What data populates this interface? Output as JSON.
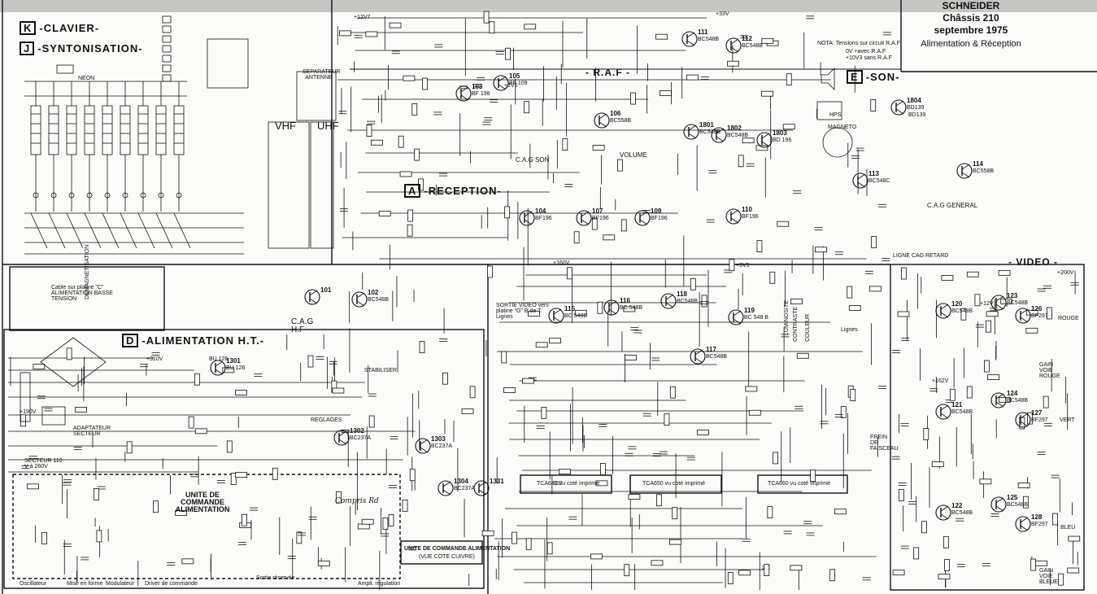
{
  "header": {
    "brand": "SCHNEIDER",
    "chassis": "Châssis 210",
    "date": "septembre 1975",
    "subtitle": "Alimentation & Réception"
  },
  "sections": {
    "clavier": {
      "letter": "K",
      "label": "-CLAVIER-"
    },
    "syntonisation": {
      "letter": "J",
      "label": "-SYNTONISATION-"
    },
    "alimentation": {
      "letter": "D",
      "label": "-ALIMENTATION H.T.-"
    },
    "reception": {
      "letter": "A",
      "label": "-RECEPTION-"
    },
    "son": {
      "letter": "E",
      "label": "-SON-"
    },
    "raf": {
      "label": "- R.A.F -"
    },
    "video": {
      "label": "- VIDEO -"
    }
  },
  "labels": {
    "unite_commande": "UNITE DE COMMANDE ALIMENTATION",
    "unite_footer": "UNITE DE COMMANDE ALIMENTATION",
    "unite_footer_sub": "(VUE COTE CUIVRE)",
    "cag_hf": "C.A.G H.F",
    "cag_son": "C.A.G SON",
    "cag_general": "C.A.G GENERAL",
    "volume": "VOLUME",
    "vhf": "VHF",
    "uhf": "UHF",
    "separateur": "SEPARATEUR ANTENNE",
    "magneto": "MAGNETO",
    "hps": "HPS",
    "cable_c": "Cable sur platine \"C\" ALIMENTATION BASSE TENSION",
    "sortie_video": "SORTIE VIDEO vers platine \"G\" B.de T. Lignes",
    "adaptateur": "ADAPTATEUR SECTEUR",
    "secteur": "SECTEUR 110 V à 260V",
    "reglages": "REGLAGES",
    "stabiliser": "STABILISER",
    "rouge": "ROUGE",
    "vert": "VERT",
    "bleu": "BLEU",
    "gain_rouge": "GAIN VOIE ROUGE",
    "gain_bleue": "GAIN VOIE BLEUE",
    "tca640": "TCA640 vu coté imprimé",
    "tca650": "TCA650 vu coté imprimé",
    "tca660": "TCA660 vu coté imprimé",
    "neon": "NEON",
    "bd139": "BD139",
    "bu126": "BU 126",
    "note_raf": "NOTA: Tensions sur circuit R.A.F",
    "rx_a": "0V +avec R.A.F",
    "rx_b": "+10V3 sans R.A.F",
    "luminosite": "LUMINOSITE",
    "contraste": "CONTRASTE",
    "couleur": "COULEUR",
    "lignes": "Lignes",
    "frein": "FREIN DE FAISCEAU",
    "compris": "Compris Rd",
    "ligne_cag": "LIGNE CAG RETARD",
    "footer_osc": "Oscillateur",
    "footer_mise": "Mise en forme",
    "footer_mod": "Modulateur",
    "footer_driver": "Driver de commande",
    "footer_sortie": "Sortie réservée",
    "footer_ampli": "Ampli. régulation",
    "demag": "DEMAGNETISATION"
  },
  "transistors": [
    {
      "id": "103",
      "type": "BF 198"
    },
    {
      "id": "104",
      "type": "BF196"
    },
    {
      "id": "105",
      "type": "BF 109"
    },
    {
      "id": "106",
      "type": "BC558B"
    },
    {
      "id": "107",
      "type": "BF196"
    },
    {
      "id": "109",
      "type": "BF196"
    },
    {
      "id": "110",
      "type": "BF196"
    },
    {
      "id": "101",
      "type": ""
    },
    {
      "id": "102",
      "type": "BC548B"
    },
    {
      "id": "111",
      "type": "BC548B"
    },
    {
      "id": "112",
      "type": "BC548B"
    },
    {
      "id": "113",
      "type": "BC548C"
    },
    {
      "id": "114",
      "type": "BC558B"
    },
    {
      "id": "115",
      "type": "BC 548B"
    },
    {
      "id": "116",
      "type": "BC 548B"
    },
    {
      "id": "117",
      "type": "BC548B"
    },
    {
      "id": "118",
      "type": "BC548B"
    },
    {
      "id": "119",
      "type": "BC 548 B"
    },
    {
      "id": "120",
      "type": "BC548B"
    },
    {
      "id": "121",
      "type": "BC548B"
    },
    {
      "id": "122",
      "type": "BC548B"
    },
    {
      "id": "123",
      "type": "BC548B"
    },
    {
      "id": "124",
      "type": "BC548B"
    },
    {
      "id": "125",
      "type": "BC548B"
    },
    {
      "id": "126",
      "type": "BF297"
    },
    {
      "id": "127",
      "type": "BF297"
    },
    {
      "id": "128",
      "type": "BF297"
    },
    {
      "id": "1801",
      "type": "BC548B"
    },
    {
      "id": "1802",
      "type": "BC548B"
    },
    {
      "id": "1803",
      "type": "BD 196"
    },
    {
      "id": "1804",
      "type": "BD139"
    },
    {
      "id": "1301",
      "type": "BU 126"
    },
    {
      "id": "1302",
      "type": "BC237A"
    },
    {
      "id": "1303",
      "type": "BC237A"
    },
    {
      "id": "1304",
      "type": "BC237A"
    },
    {
      "id": "1331",
      "type": ""
    }
  ],
  "voltages": [
    "+12V7",
    "+33V",
    "+200V",
    "+310V",
    "+190V",
    "+160V",
    "+162V",
    "+12V",
    "+9V5",
    "+1V5"
  ],
  "colors": {
    "ink": "#111111",
    "paper": "#fbfbf9",
    "header_bar": "#9a9a9a"
  }
}
